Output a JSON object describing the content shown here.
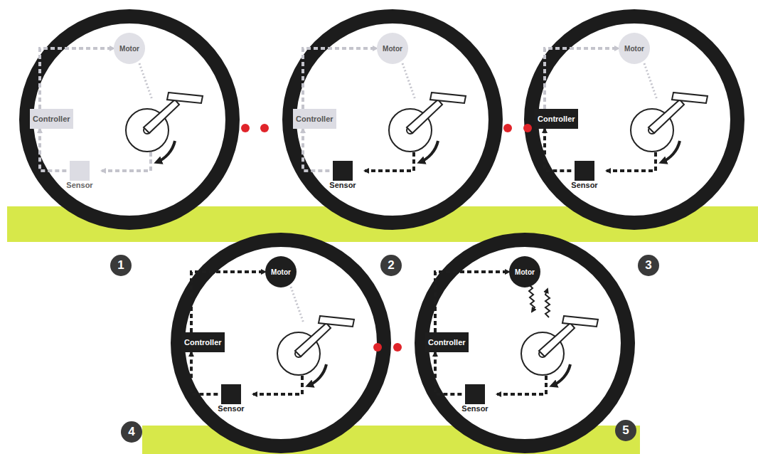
{
  "diagram": {
    "nodes": [
      {
        "text": [
          "Motor"
        ]
      },
      {
        "text": [
          "Controller"
        ]
      },
      {
        "text": [
          "Sensor"
        ]
      },
      {
        "text": [
          "Motor"
        ]
      },
      {
        "text": [
          "Controller"
        ]
      },
      {
        "text": [
          "Sensor"
        ]
      },
      {
        "text": [
          "Motor"
        ]
      },
      {
        "text": [
          "Controller"
        ]
      },
      {
        "text": [
          "Sensor"
        ]
      },
      {
        "text": [
          "Motor"
        ]
      },
      {
        "text": [
          "Controller"
        ]
      },
      {
        "text": [
          "Sensor"
        ]
      },
      {
        "text": [
          "Motor"
        ]
      },
      {
        "text": [
          "Controller"
        ]
      },
      {
        "text": [
          "Sensor"
        ]
      }
    ],
    "edges": [
      {
        "from": 2,
        "to": 1,
        "arrow": "to"
      },
      {
        "from": 1,
        "to": 0,
        "arrow": "to"
      },
      {
        "from": 5,
        "to": 4,
        "arrow": "to"
      },
      {
        "from": 4,
        "to": 3,
        "arrow": "to"
      },
      {
        "from": 8,
        "to": 7,
        "arrow": "to"
      },
      {
        "from": 7,
        "to": 6,
        "arrow": "to"
      },
      {
        "from": 11,
        "to": 10,
        "arrow": "to"
      },
      {
        "from": 10,
        "to": 9,
        "arrow": "to"
      },
      {
        "from": 14,
        "to": 13,
        "arrow": "to"
      },
      {
        "from": 13,
        "to": 12,
        "arrow": "to"
      }
    ],
    "labels": [
      "1",
      "2",
      "3",
      "4",
      "5"
    ]
  }
}
